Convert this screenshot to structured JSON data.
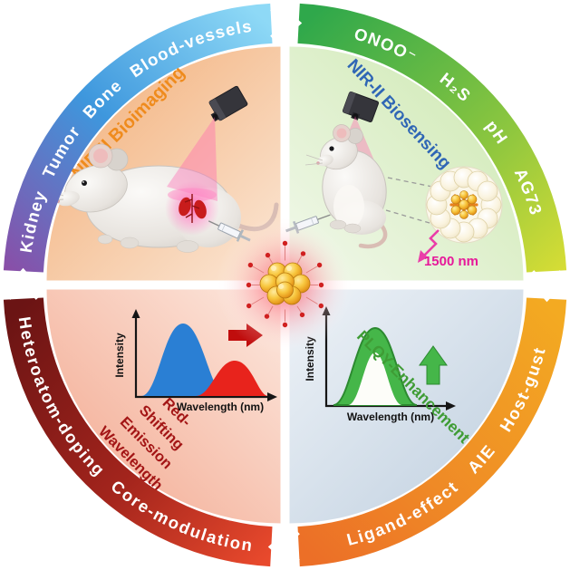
{
  "ring": {
    "top_left": {
      "label": "Kidney Tumor Bone Blood-vessels"
    },
    "top_right": {
      "label": "ONOO⁻ H₂S pH AG73"
    },
    "bottom_left": {
      "label": "Heteroatom-doping Core-modulation"
    },
    "bottom_right": {
      "label": "Ligand-effect AIE Host-gust"
    }
  },
  "quadrants": {
    "top_left": {
      "title": "NIR-II Bioimaging"
    },
    "top_right": {
      "title": "NIR-II Biosensing",
      "emission_label": "1500 nm"
    },
    "bottom_left": {
      "title_lines": [
        "Red-",
        "Shifting",
        "Emission",
        "Wavelength"
      ],
      "chart": {
        "ylabel": "Intensity",
        "xlabel": "Wavelength (nm)"
      }
    },
    "bottom_right": {
      "title": "PLQY-Enhancement",
      "chart": {
        "ylabel": "Intensity",
        "xlabel": "Wavelength (nm)"
      }
    }
  },
  "colors": {
    "bioimaging_title": "#ef8b1d",
    "biosensing_title": "#2f66b5",
    "redshift_title": "#a31515",
    "plqy_title": "#3f9c35",
    "emission_label": "#e6199a"
  },
  "chart_data": [
    {
      "type": "area",
      "title": "Red-Shifting Emission Wavelength",
      "xlabel": "Wavelength (nm)",
      "ylabel": "Intensity",
      "series": [
        {
          "name": "original emission peak",
          "color": "#2a7fd4"
        },
        {
          "name": "red-shifted emission peak (lower, shifted right)",
          "color": "#e8231c"
        }
      ],
      "annotation": "red arrow pointing right between peaks",
      "axis_ticks": "none shown"
    },
    {
      "type": "area",
      "title": "PLQY-Enhancement",
      "xlabel": "Wavelength (nm)",
      "ylabel": "Intensity",
      "series": [
        {
          "name": "enhanced emission peak (green outline, white core)",
          "color": "#45b649"
        }
      ],
      "annotation": "green arrow pointing up at right of peak",
      "axis_ticks": "none shown"
    }
  ]
}
